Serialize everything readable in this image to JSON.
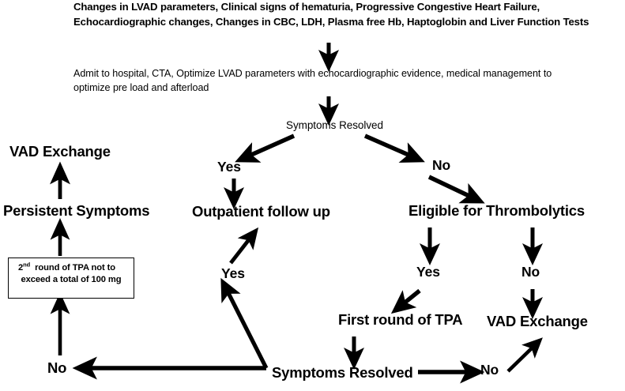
{
  "diagram": {
    "title": "LVAD thrombosis management algorithm",
    "background_color": "#ffffff",
    "stroke_color": "#000000"
  },
  "header": {
    "presentation_line_1": "Changes in LVAD parameters, Clinical signs of hematuria, Progressive Congestive Heart Failure,",
    "presentation_line_2": "Echocardiographic changes, Changes in CBC, LDH, Plasma free Hb, Haptoglobin and Liver Function Tests",
    "management_line_1": "Admit to hospital, CTA, Optimize LVAD parameters with echocardiographic evidence, medical management to",
    "management_line_2": "optimize pre load and afterload"
  },
  "nodes": {
    "symptoms_resolved_top": "Symptoms Resolved",
    "yes_top_left": "Yes",
    "no_top_right": "No",
    "vad_exchange_left": "VAD Exchange",
    "persistent_symptoms": "Persistent Symptoms",
    "outpatient_follow_up": "Outpatient follow up",
    "eligible_for_thrombolytics": "Eligible for Thrombolytics",
    "yes_mid_left": "Yes",
    "yes_mid_right": "Yes",
    "no_mid_right": "No",
    "first_round_of_tpa": "First round of TPA",
    "vad_exchange_right": "VAD Exchange",
    "symptoms_resolved_bottom": "Symptoms Resolved",
    "no_bottom_left": "No",
    "no_bottom_right": "No"
  },
  "note_box": {
    "ordinal_number": "2",
    "ordinal_suffix": "nd",
    "line_1_rest": "round of TPA not to",
    "line_2": "exceed a total of 100 mg"
  }
}
